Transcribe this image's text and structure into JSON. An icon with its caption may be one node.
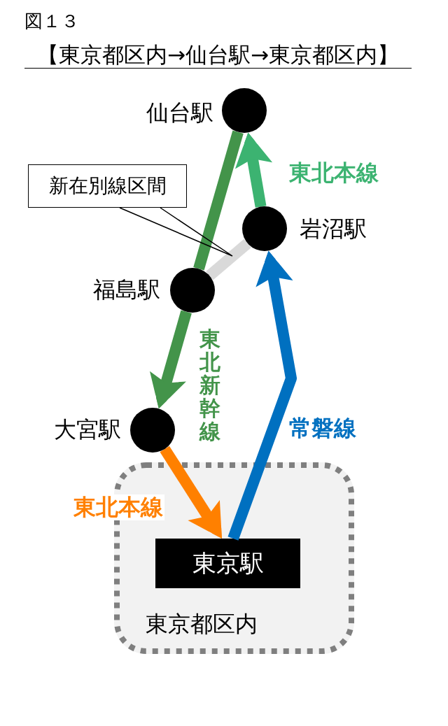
{
  "diagram": {
    "title": "【東京都区内→仙台駅→東京都区内】",
    "nodes": [
      {
        "text": [],
        "shape": "circle",
        "beside": [
          "仙台駅"
        ]
      },
      {
        "text": [
          "新在別線区間"
        ]
      },
      {
        "text": [],
        "shape": "circle",
        "beside": [
          "岩沼駅"
        ]
      },
      {
        "text": [],
        "shape": "circle",
        "beside": [
          "福島駅"
        ]
      },
      {
        "text": [],
        "shape": "circle",
        "beside": [
          "大宮駅"
        ]
      },
      {
        "text": [
          "東京都区内"
        ]
      },
      {
        "text": [
          "東京駅"
        ],
        "in": 5
      }
    ],
    "edges": [
      {
        "from": 6,
        "to": 2,
        "arrow": "to",
        "label": "常磐線",
        "color": "#0070c0"
      },
      {
        "from": 2,
        "to": 0,
        "arrow": "to",
        "label": "東北本線",
        "color": "#3cb371"
      },
      {
        "from": 0,
        "to": 3,
        "arrow": "none",
        "color": "#43944a"
      },
      {
        "from": 3,
        "to": 4,
        "arrow": "to",
        "label": "東北新幹線",
        "color": "#43944a"
      },
      {
        "from": 3,
        "to": 2,
        "arrow": "none",
        "color": "#d9d9d9"
      },
      {
        "from": 4,
        "to": 6,
        "arrow": "to",
        "label": "東北本線",
        "color": "#ff8000"
      },
      {
        "from": 1,
        "to": null,
        "arrow": "none",
        "color": "#000000"
      }
    ],
    "labels": [
      "図１３"
    ]
  }
}
